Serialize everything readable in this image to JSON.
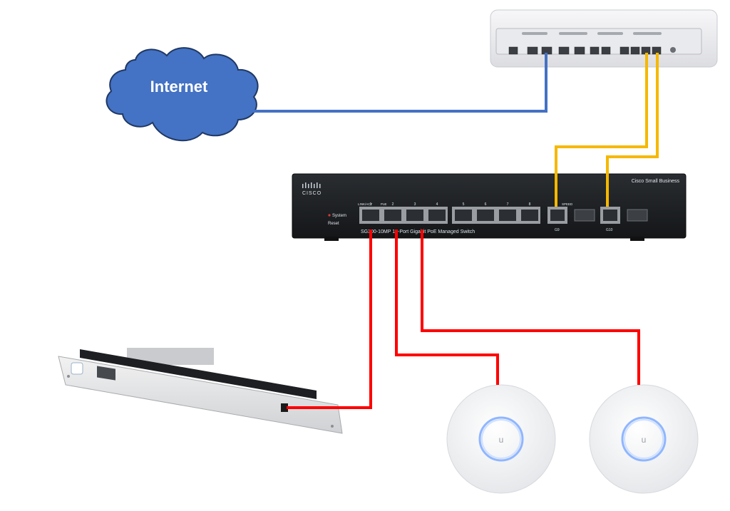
{
  "cloud": {
    "label": "Internet",
    "fill": "#4472c4",
    "stroke": "#1f3864"
  },
  "switch": {
    "brand": "Cisco Small Business",
    "model": "SG300-10MP 10-Port Gigabit PoE Managed Switch",
    "logo_text": "CISCO",
    "system_label": "System",
    "reset_label": "Reset",
    "port_numbers": [
      "1",
      "2",
      "3",
      "4",
      "5",
      "6",
      "7",
      "8"
    ],
    "combo_labels": [
      "G9",
      "G10"
    ],
    "link_act_label": "LINK/ACT",
    "poe_label": "PoE",
    "speed_label": "SPEED"
  },
  "colors": {
    "wan_cable": "#4472c4",
    "uplink_cable": "#f5b800",
    "poe_cable": "#ff0000"
  },
  "icons": {
    "cloud": "cloud-icon",
    "router": "router-device-icon",
    "switch": "network-switch-icon",
    "controller": "rack-controller-icon",
    "access_point": "wireless-access-point-icon"
  }
}
